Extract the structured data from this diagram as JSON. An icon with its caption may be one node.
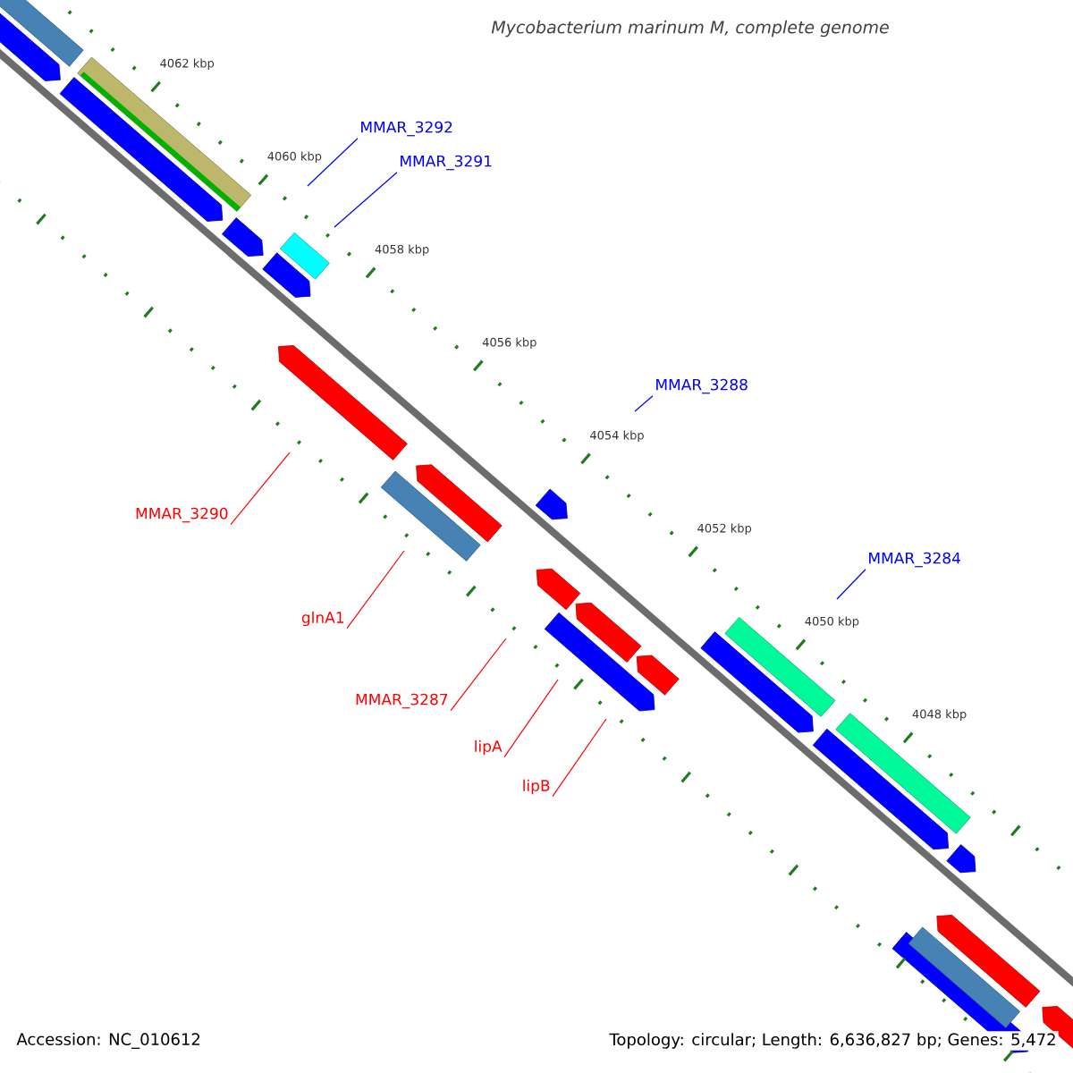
{
  "diagram": {
    "title": "Mycobacterium marinum M, complete genome",
    "nodes": [
      {
        "text": [
          "MMAR_3292"
        ]
      },
      {
        "text": [
          "MMAR_3291"
        ]
      },
      {
        "text": [
          "MMAR_3288"
        ]
      },
      {
        "text": [
          "MMAR_3284"
        ]
      },
      {
        "text": [
          "MMAR_3290"
        ]
      },
      {
        "text": [
          "glnA1"
        ]
      },
      {
        "text": [
          "MMAR_3287"
        ]
      },
      {
        "text": [
          "lipA"
        ]
      },
      {
        "text": [
          "lipB"
        ]
      }
    ],
    "edges": [
      {
        "from": 0,
        "to": null,
        "arrow": "none",
        "color": "#0000ff"
      },
      {
        "from": 1,
        "to": null,
        "arrow": "none",
        "color": "#0000ff"
      },
      {
        "from": 2,
        "to": null,
        "arrow": "none",
        "color": "#0000ff"
      },
      {
        "from": 3,
        "to": null,
        "arrow": "none",
        "color": "#0000ff"
      },
      {
        "from": 4,
        "to": null,
        "arrow": "none",
        "color": "#ff0000"
      },
      {
        "from": 5,
        "to": null,
        "arrow": "none",
        "color": "#ff0000"
      },
      {
        "from": 6,
        "to": null,
        "arrow": "none",
        "color": "#ff0000"
      },
      {
        "from": 7,
        "to": null,
        "arrow": "none",
        "color": "#ff0000"
      },
      {
        "from": 8,
        "to": null,
        "arrow": "none",
        "color": "#ff0000"
      }
    ],
    "labels": [
      "4062 kbp",
      "4060 kbp",
      "4058 kbp",
      "4056 kbp",
      "4054 kbp",
      "4052 kbp",
      "4050 kbp",
      "4048 kbp",
      "Accession: NC_010612",
      "Topology: circular; Length: 6,636,827 bp; Genes: 5,472"
    ]
  }
}
